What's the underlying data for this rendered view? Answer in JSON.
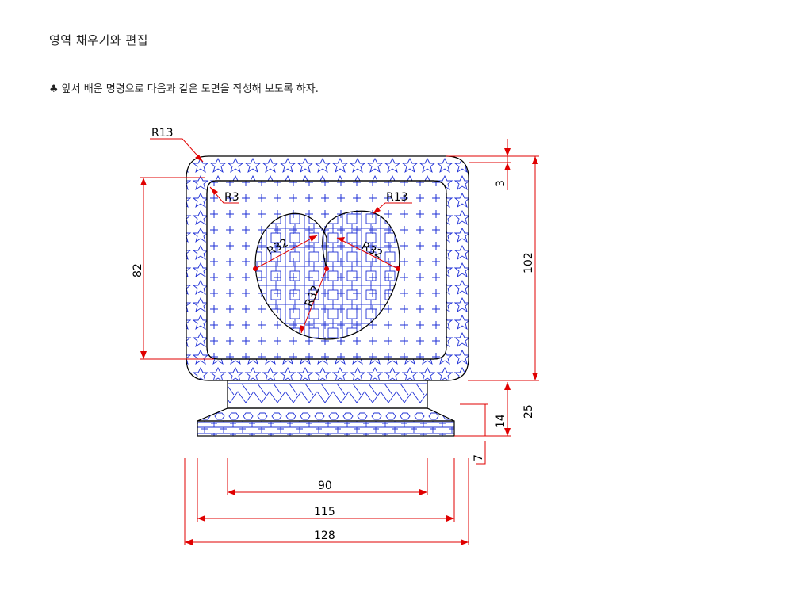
{
  "header": {
    "title": "영역 채우기와 편집",
    "bullet": "♣",
    "instruction": "앞서 배운 명령으로 다음과 같은 도면을 작성해 보도록 하자."
  },
  "drawing": {
    "dimensions": {
      "r13_top_left": "R13",
      "r3": "R3",
      "r13_inner": "R13",
      "r32_a": "R32",
      "r32_b": "R32",
      "r32_c": "R32",
      "dim_82": "82",
      "dim_102": "102",
      "dim_3": "3",
      "dim_25": "25",
      "dim_14": "14",
      "dim_7": "7",
      "dim_90": "90",
      "dim_115": "115",
      "dim_128": "128"
    },
    "colors": {
      "outline": "#000000",
      "hatch": "#1e2fd6",
      "dimension": "#e00000"
    }
  }
}
